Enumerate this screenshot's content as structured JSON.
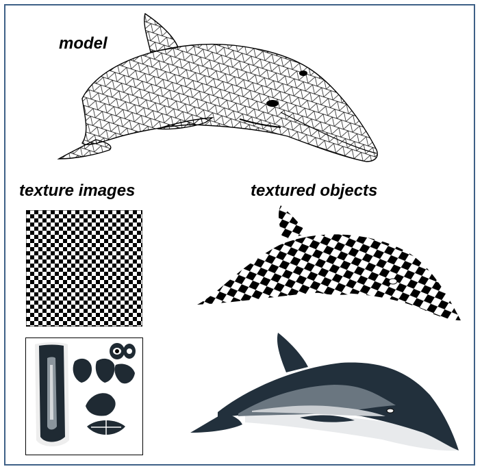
{
  "labels": {
    "model": "model",
    "texture_images": "texture images",
    "textured_objects": "textured objects"
  },
  "colors": {
    "frame": "#3d5f86",
    "dolphin_dark": "#22303c",
    "dolphin_mid": "#5e6b76",
    "dolphin_light": "#c9cdd1",
    "dolphin_belly": "#e8eaec"
  },
  "figures": {
    "model": "wireframe-dolphin",
    "checker_texture": "checkerboard",
    "dolphin_texture": "dolphin-skin-atlas",
    "checker_dolphin": "checker-textured-dolphin",
    "skin_dolphin": "skin-textured-dolphin"
  }
}
